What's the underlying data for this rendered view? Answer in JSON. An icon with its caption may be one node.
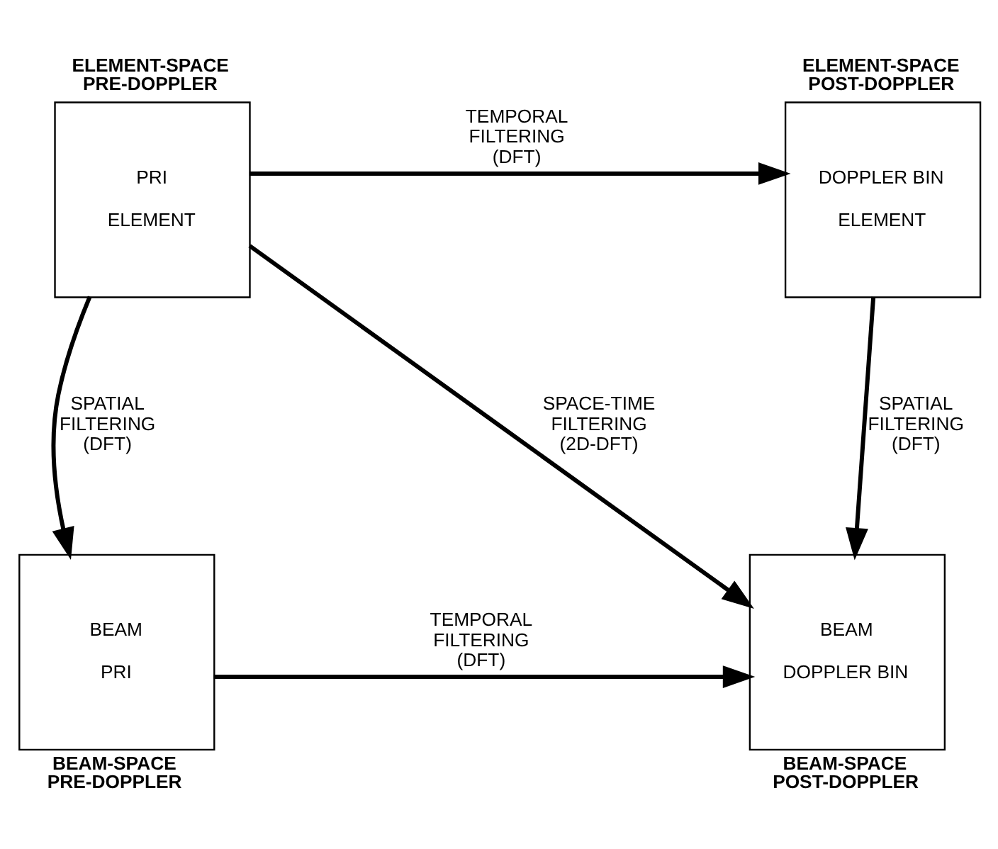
{
  "diagram": {
    "nodes": [
      {
        "text": [
          "PRI",
          "ELEMENT"
        ],
        "beside": [
          "ELEMENT-SPACE PRE-DOPPLER"
        ]
      },
      {
        "text": [
          "DOPPLER BIN",
          "ELEMENT"
        ],
        "beside": [
          "ELEMENT-SPACE POST-DOPPLER"
        ]
      },
      {
        "text": [
          "BEAM",
          "PRI"
        ],
        "beside": [
          "BEAM-SPACE PRE-DOPPLER"
        ]
      },
      {
        "text": [
          "BEAM",
          "DOPPLER BIN"
        ],
        "beside": [
          "BEAM-SPACE POST-DOPPLER"
        ]
      }
    ],
    "edges": [
      {
        "from": 0,
        "to": 1,
        "arrow": "to",
        "label": "TEMPORAL FILTERING (DFT)"
      },
      {
        "from": 0,
        "to": 2,
        "arrow": "to",
        "label": "SPATIAL FILTERING (DFT)"
      },
      {
        "from": 0,
        "to": 3,
        "arrow": "to",
        "label": "SPACE-TIME FILTERING (2D-DFT)"
      },
      {
        "from": 1,
        "to": 3,
        "arrow": "to",
        "label": "SPATIAL FILTERING (DFT)"
      },
      {
        "from": 2,
        "to": 3,
        "arrow": "to",
        "label": "TEMPORAL FILTERING (DFT)"
      }
    ]
  }
}
